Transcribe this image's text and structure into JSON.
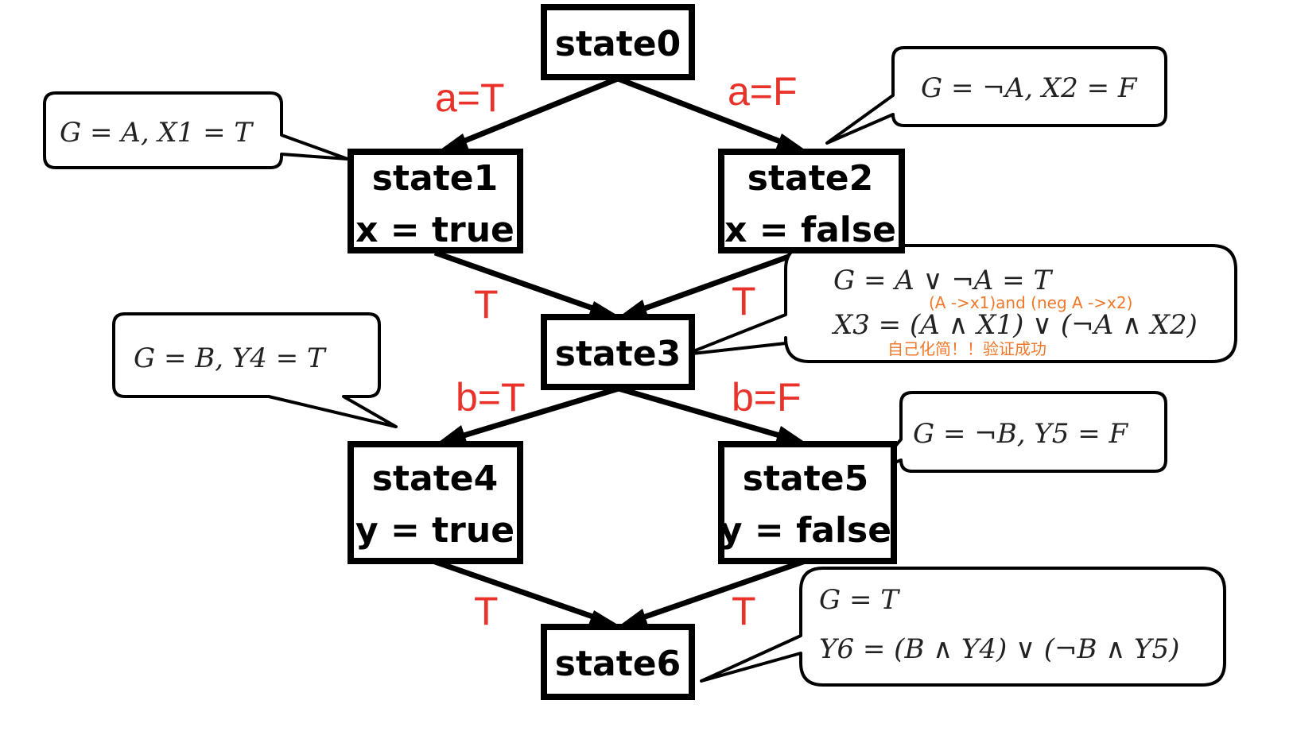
{
  "colors": {
    "edge_label": "#e8322a",
    "note": "#f0782a",
    "border": "#000000"
  },
  "states": [
    {
      "id": "state0",
      "name": "state0",
      "assign": ""
    },
    {
      "id": "state1",
      "name": "state1",
      "assign": "x = true"
    },
    {
      "id": "state2",
      "name": "state2",
      "assign": "x = false"
    },
    {
      "id": "state3",
      "name": "state3",
      "assign": ""
    },
    {
      "id": "state4",
      "name": "state4",
      "assign": "y = true"
    },
    {
      "id": "state5",
      "name": "state5",
      "assign": "y = false"
    },
    {
      "id": "state6",
      "name": "state6",
      "assign": ""
    }
  ],
  "edges": [
    {
      "from": "state0",
      "to": "state1",
      "label": "a=T"
    },
    {
      "from": "state0",
      "to": "state2",
      "label": "a=F"
    },
    {
      "from": "state1",
      "to": "state3",
      "label": "T"
    },
    {
      "from": "state2",
      "to": "state3",
      "label": "T"
    },
    {
      "from": "state3",
      "to": "state4",
      "label": "b=T"
    },
    {
      "from": "state3",
      "to": "state5",
      "label": "b=F"
    },
    {
      "from": "state4",
      "to": "state6",
      "label": "T"
    },
    {
      "from": "state5",
      "to": "state6",
      "label": "T"
    }
  ],
  "callouts": {
    "state1": {
      "line1": "G = A, X1 = T"
    },
    "state2": {
      "line1": "G = ¬A, X2 = F"
    },
    "state3": {
      "line1": "G = A ∨ ¬A = T",
      "note1": "(A ->x1)and (neg A ->x2)",
      "line2": "X3 = (A ∧ X1) ∨ (¬A ∧ X2)",
      "note2": "自己化简！！验证成功"
    },
    "state4": {
      "line1": "G = B, Y4 = T"
    },
    "state5": {
      "line1": "G = ¬B, Y5 = F"
    },
    "state6": {
      "line1": "G = T",
      "line2": "Y6 = (B ∧ Y4) ∨ (¬B ∧ Y5)"
    }
  }
}
